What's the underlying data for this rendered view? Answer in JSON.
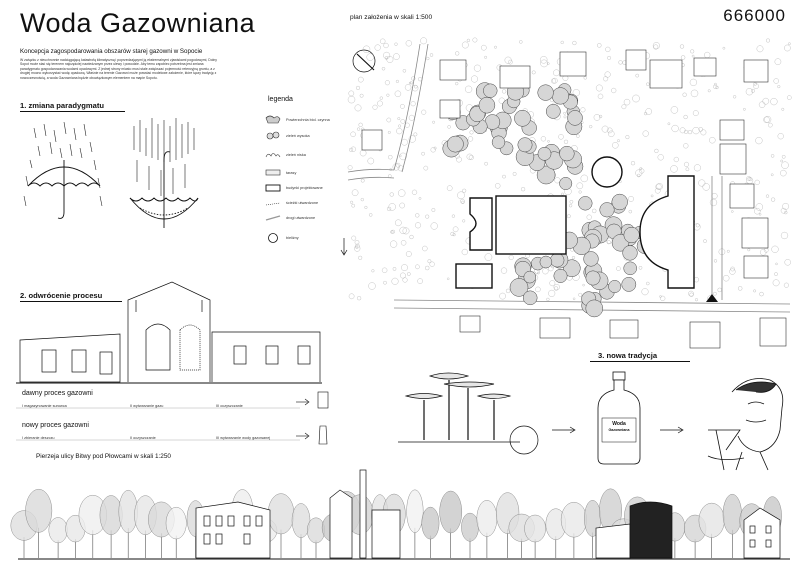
{
  "header": {
    "title": "Woda Gazowniana",
    "code": "666000",
    "subtitle": "Koncepcja zagospodarowania obszarów starej gazowni w Sopocie",
    "description": "W związku z nieuchronnie nadciągającą katastrofą klimatyczną i poprzedzającymi ją ekstremalnymi zjawiskami pogodowymi, Dolny Sopot może stać się terenem najczęściej nawiedzanym przez ulewy i powodzie. Aby temu zapobiec potrzebna jest zmiana paradygmatu gospodarowania wodami opadowymi. Z jednej strony miasto musi stale zwiększać pojemność retencyjną gruntu, a z drugiej mocno wykorzystać wodę opadową. Właśnie na terenie Gazowni może powstać modelowe założenie, które łączy tradycję z nowoczesnością, a woda Gazowniana będzie obowiązkowym elementem na mapie Sopotu."
  },
  "sections": {
    "paradigm": "1. zmiana paradygmatu",
    "process": "2. odwrócenie procesu",
    "tradition": "3. nowa tradycja"
  },
  "plan": {
    "label": "plan założenia w skali 1:500"
  },
  "legend": {
    "title": "legenda",
    "items": [
      {
        "label": "Powierzchnia biol. czynna"
      },
      {
        "label": "zieleń wysoka"
      },
      {
        "label": "zieleń niska"
      },
      {
        "label": "tarasy"
      },
      {
        "label": "budynki projektowane"
      },
      {
        "label": "ścieżki utwardzone"
      },
      {
        "label": "drogi utwardzone"
      },
      {
        "label": "bieliźny"
      }
    ]
  },
  "process": {
    "old": {
      "title": "dawny proces gazowni",
      "steps": [
        "I magazynowanie surowca",
        "II wytwarzanie gazu",
        "III oczyszczanie"
      ]
    },
    "new": {
      "title": "nowy proces gazowni",
      "steps": [
        "I zbieranie deszczu",
        "II oczyszczanie",
        "III wytwarzanie wody gazowanej"
      ]
    }
  },
  "elevation": {
    "label": "Pierzeja ulicy Bitwy pod Płowcami w skali 1:250"
  },
  "bottle": {
    "line1": "Woda",
    "line2": "Gazowniana"
  },
  "colors": {
    "ink": "#111111",
    "tree_fill": "#d6d6d6",
    "line_gray": "#888888"
  }
}
